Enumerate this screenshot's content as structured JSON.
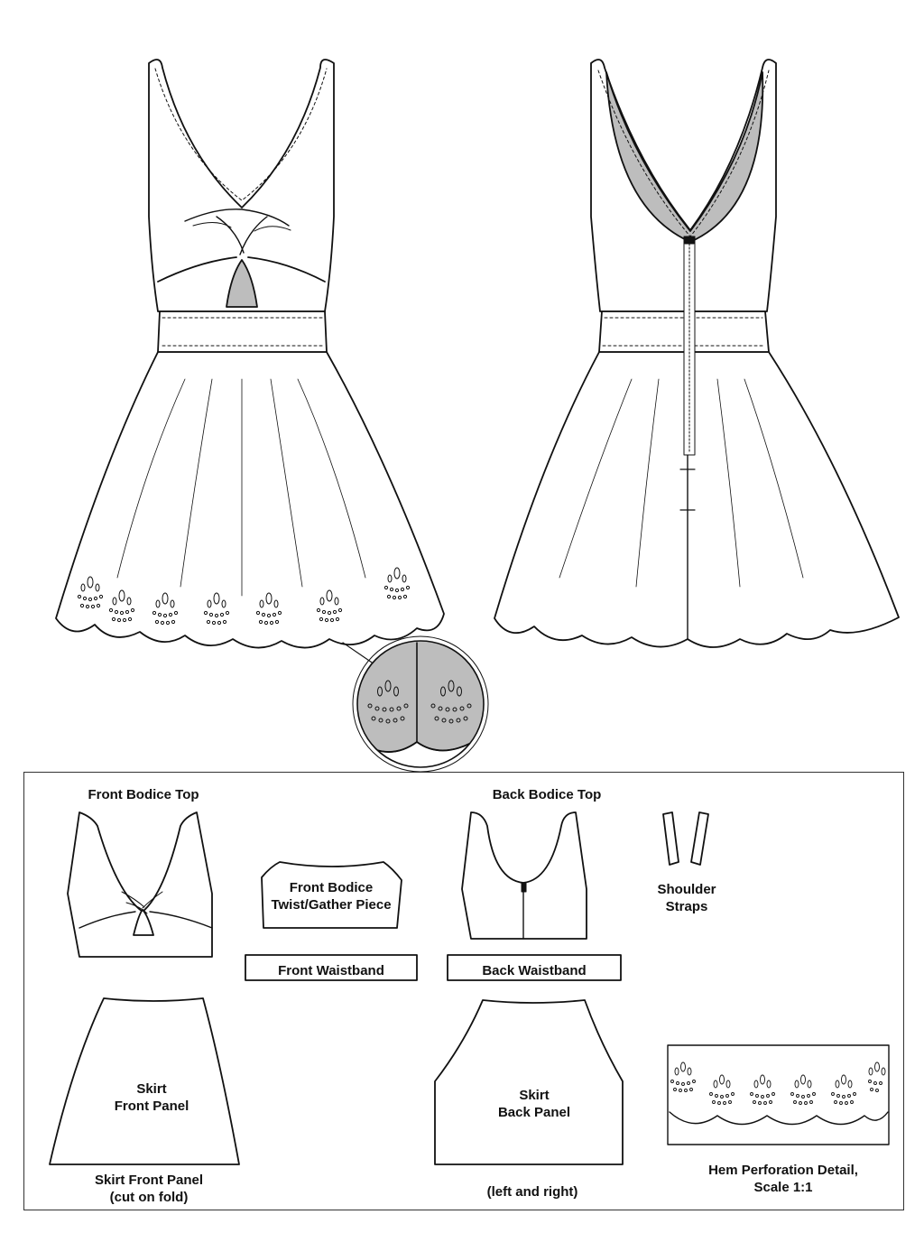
{
  "colors": {
    "line": "#111111",
    "stitch": "#333333",
    "lining_gray": "#bdbdbd",
    "background": "#ffffff"
  },
  "views": {
    "front_dress": "front-view",
    "back_dress": "back-view",
    "hem_detail_callout": "magnified hem"
  },
  "pattern_pieces": {
    "front_bodice_top": {
      "label": "Front Bodice Top"
    },
    "back_bodice_top": {
      "label": "Back Bodice Top"
    },
    "front_bodice_twist": {
      "line1": "Front Bodice",
      "line2": "Twist/Gather Piece"
    },
    "shoulder_straps": {
      "line1": "Shoulder",
      "line2": "Straps"
    },
    "front_waistband": {
      "label": "Front Waistband"
    },
    "back_waistband": {
      "label": "Back Waistband"
    },
    "skirt_front_panel": {
      "inner_line1": "Skirt",
      "inner_line2": "Front Panel",
      "caption_line1": "Skirt Front Panel",
      "caption_line2": "(cut on fold)"
    },
    "skirt_back_panel": {
      "inner_line1": "Skirt",
      "inner_line2": "Back Panel",
      "caption": "(left and right)"
    },
    "hem_perforation_detail": {
      "line1": "Hem Perforation Detail,",
      "line2": "Scale 1:1"
    }
  }
}
